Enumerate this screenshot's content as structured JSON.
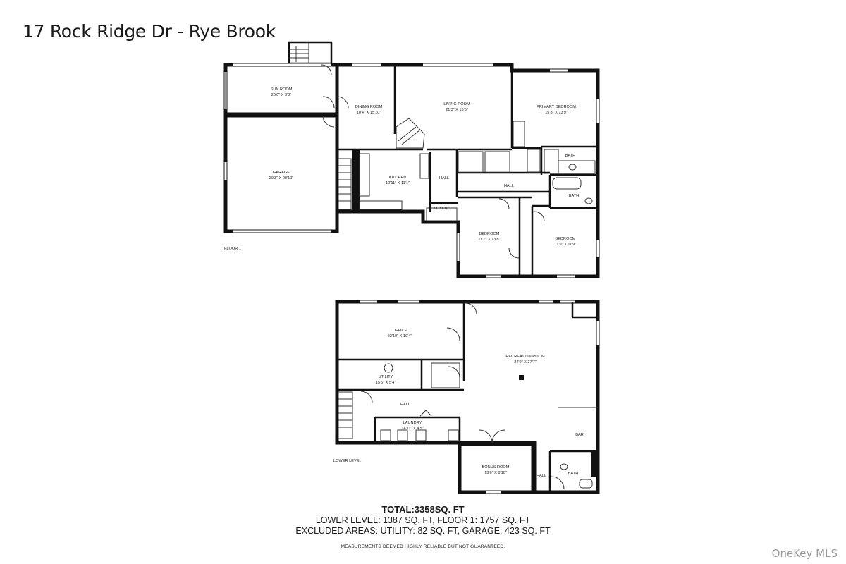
{
  "title": "17 Rock Ridge Dr - Rye Brook",
  "floor1": {
    "label": "FLOOR 1",
    "rooms": {
      "sun_room": {
        "name": "SUN ROOM",
        "dims": "20'6\" X 9'0\""
      },
      "dining_room": {
        "name": "DINING ROOM",
        "dims": "10'4\" X 15'10\""
      },
      "living_room": {
        "name": "LIVING ROOM",
        "dims": "21'3\" X 15'5\""
      },
      "primary_bedroom": {
        "name": "PRIMARY BEDROOM",
        "dims": "15'8\" X 13'9\""
      },
      "garage": {
        "name": "GARAGE",
        "dims": "20'3\" X 20'10\""
      },
      "kitchen": {
        "name": "KITCHEN",
        "dims": "12'11\" X 11'1\""
      },
      "hall_a": {
        "name": "HALL"
      },
      "hall_b": {
        "name": "HALL"
      },
      "bath_a": {
        "name": "BATH"
      },
      "bath_b": {
        "name": "BATH"
      },
      "foyer": {
        "name": "FOYER"
      },
      "bedroom_a": {
        "name": "BEDROOM",
        "dims": "11'1\" X 13'8\""
      },
      "bedroom_b": {
        "name": "BEDROOM",
        "dims": "11'9\" X 11'9\""
      }
    }
  },
  "lower": {
    "label": "LOWER LEVEL",
    "rooms": {
      "office": {
        "name": "OFFICE",
        "dims": "22'10\" X 10'4\""
      },
      "recreation": {
        "name": "RECREATION ROOM",
        "dims": "24'9\" X 27'7\""
      },
      "utility": {
        "name": "UTILITY",
        "dims": "15'5\" X 5'4\""
      },
      "hall_a": {
        "name": "HALL"
      },
      "laundry": {
        "name": "LAUNDRY",
        "dims": "14'11\" X 4'5\""
      },
      "bar": {
        "name": "BAR"
      },
      "bonus": {
        "name": "BONUS ROOM",
        "dims": "13'6\" X 8'10\""
      },
      "hall_b": {
        "name": "HALL"
      },
      "bath": {
        "name": "BATH"
      }
    }
  },
  "totals": {
    "total": "TOTAL:3358SQ. FT",
    "line1": "LOWER LEVEL: 1387 SQ. FT, FLOOR 1: 1757 SQ. FT",
    "line2": "EXCLUDED AREAS: UTILITY: 82 SQ. FT, GARAGE: 423 SQ. FT",
    "note": "MEASUREMENTS DEEMED HIGHLY RELIABLE BUT NOT GUARANTEED."
  },
  "watermark": "OneKey MLS"
}
